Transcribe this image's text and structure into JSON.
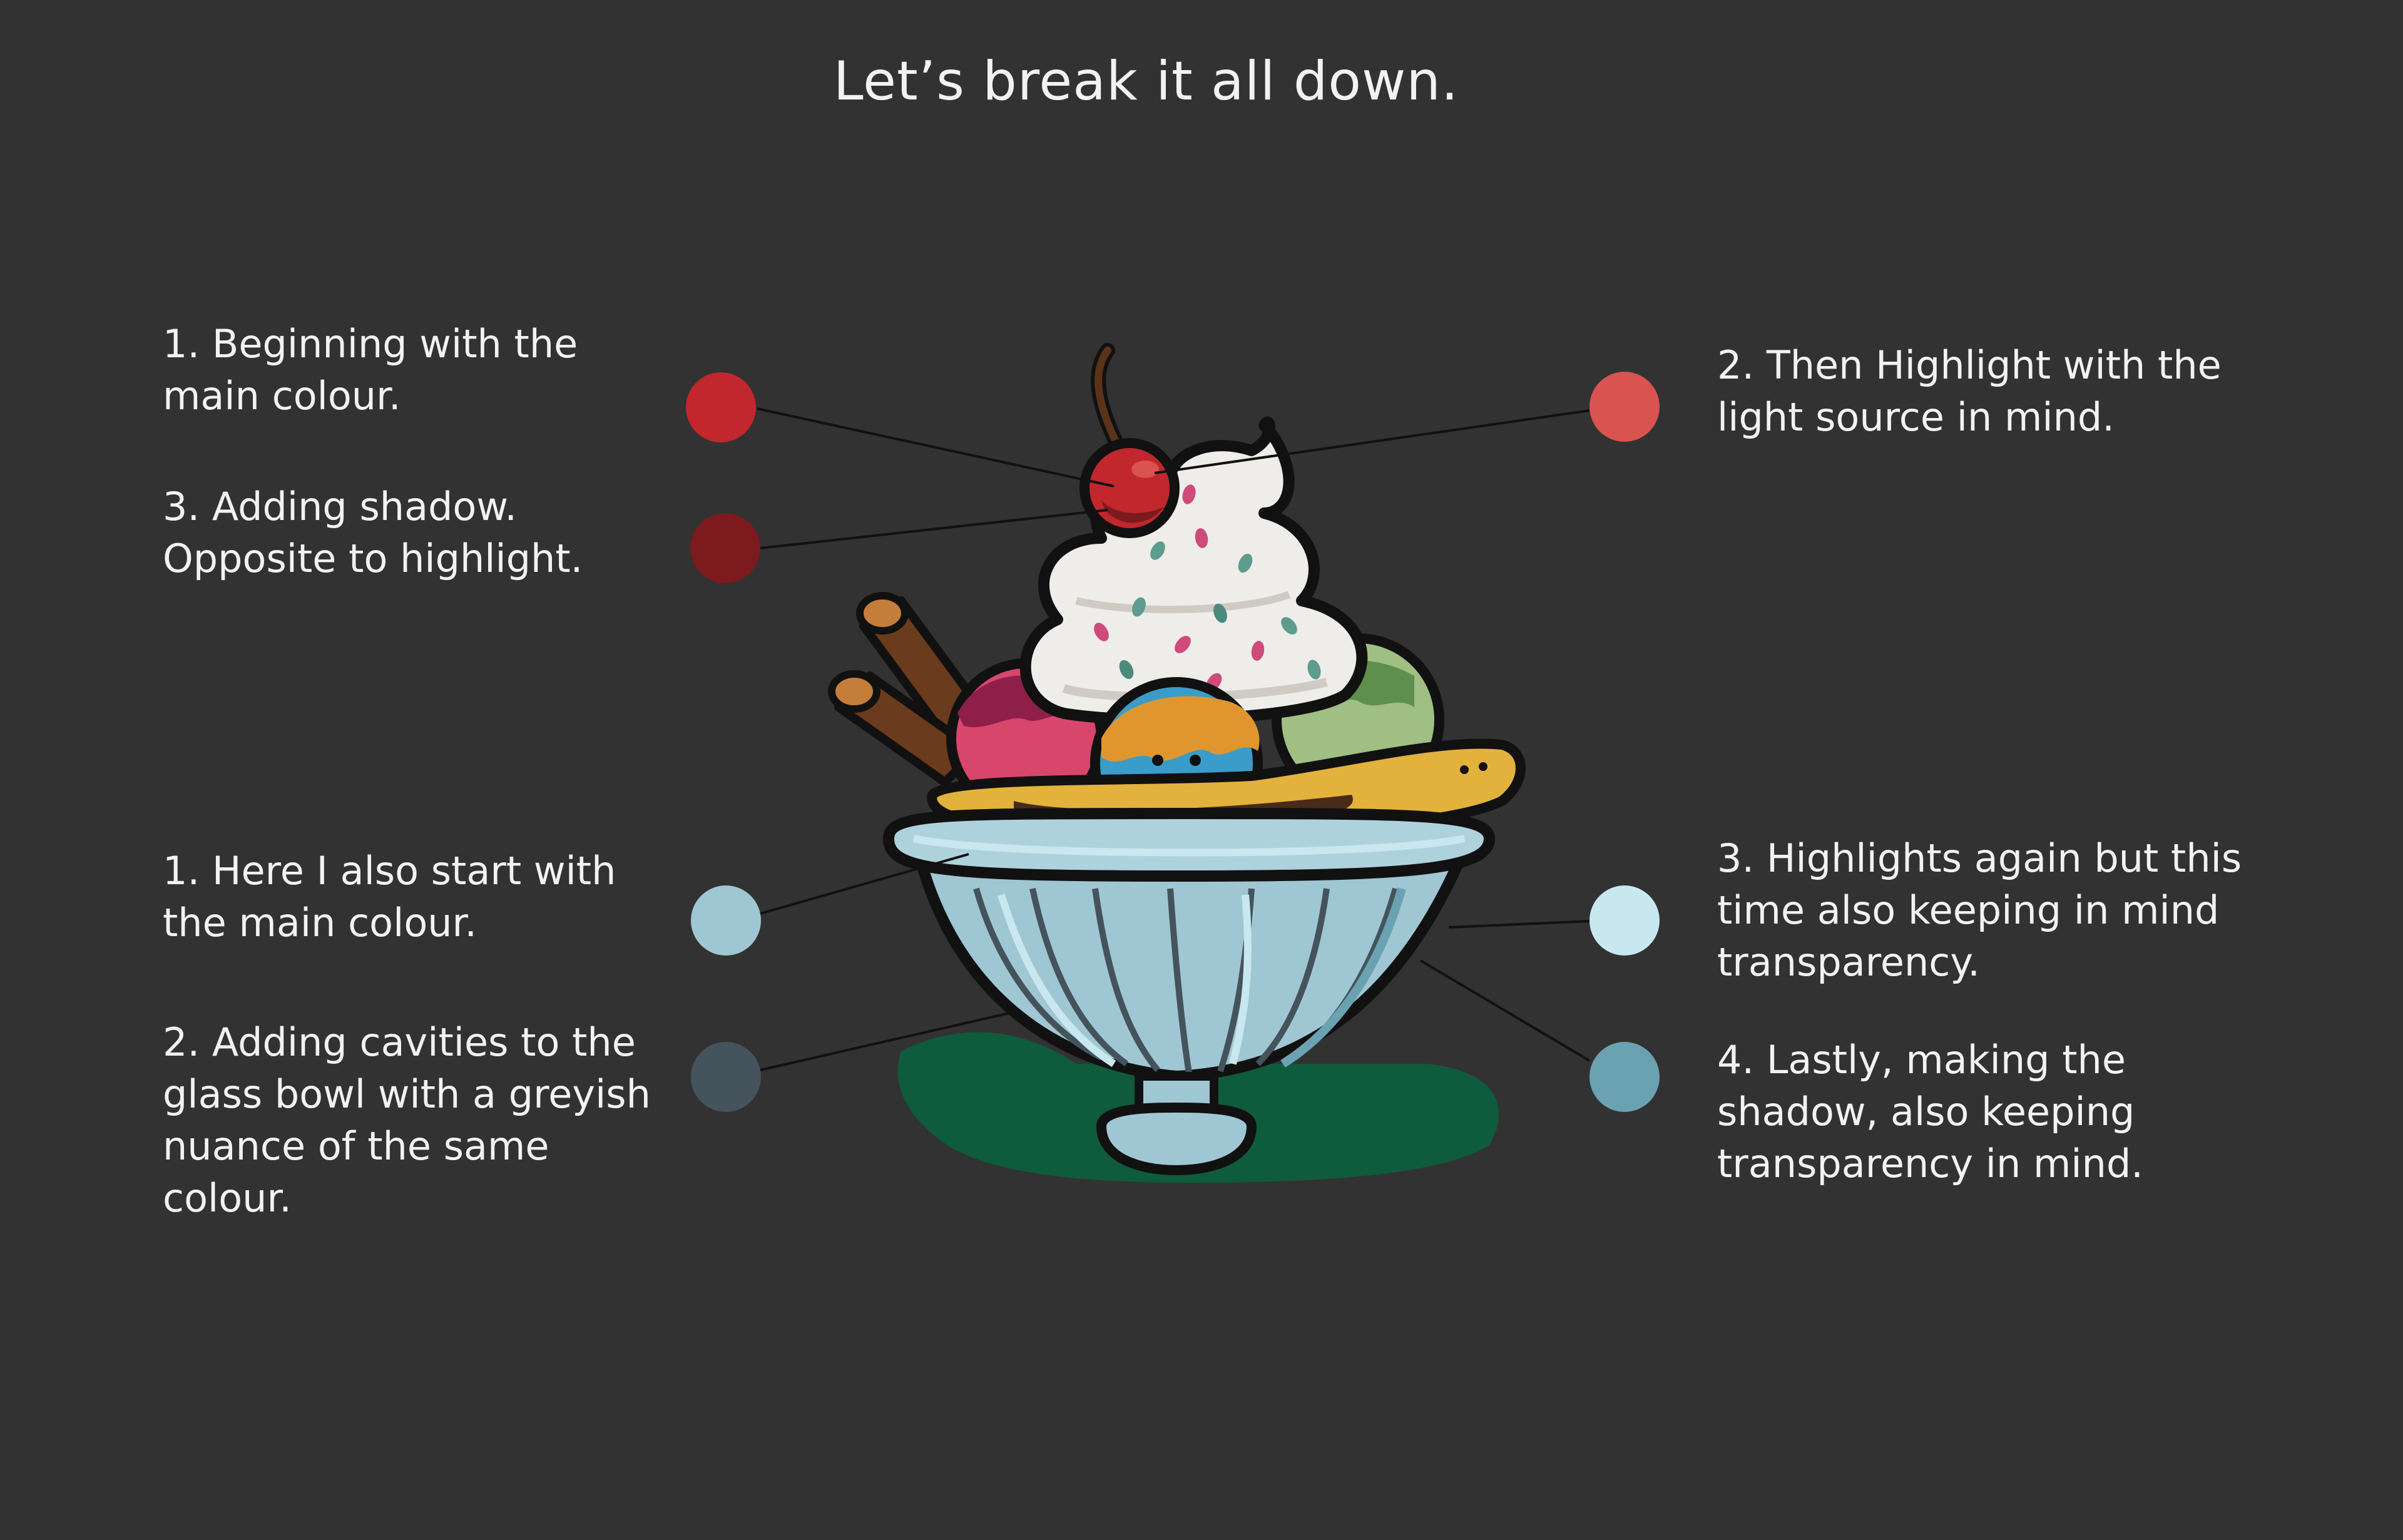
{
  "title": "Let’s break it all down.",
  "cherry_notes": {
    "main": "1. Beginning with the main colour.",
    "highlight": "2. Then Highlight with the light source in mind.",
    "shadow": "3. Adding shadow. Opposite to highlight."
  },
  "bowl_notes": {
    "main": "1. Here I also start with the main colour.",
    "cavities": "2. Adding cavities to the glass bowl with a greyish nuance of the same colour.",
    "highlights": "3. Highlights again but this time also keeping in mind transparency.",
    "shadow": "4. Lastly, making the shadow, also keeping transparency in mind."
  },
  "colors": {
    "background": "#323232",
    "cherry_main": "#c1272d",
    "cherry_highlight": "#d9534f",
    "cherry_shadow": "#7d1a1d",
    "bowl_main": "#9fc7d3",
    "bowl_cavities": "#45535c",
    "bowl_highlight": "#c9e7ef",
    "bowl_shadow": "#6aa2b1"
  }
}
